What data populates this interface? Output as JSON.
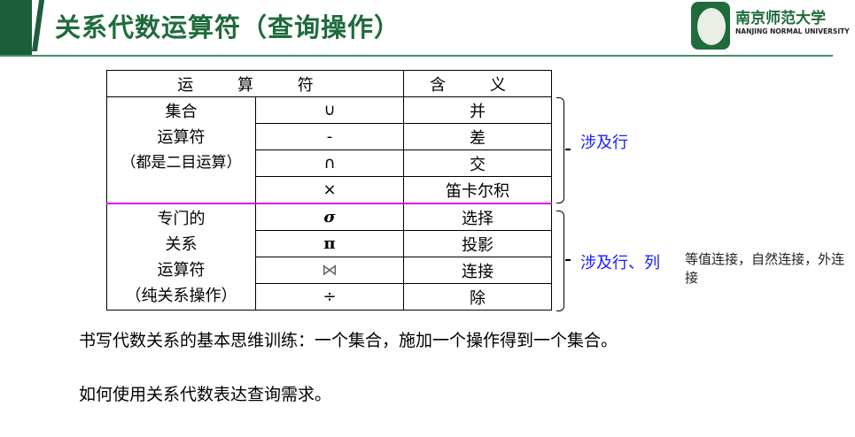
{
  "header": {
    "title": "关系代数运算符（查询操作）",
    "logo_cn": "南京师范大学",
    "logo_en": "NANJING NORMAL UNIVERSITY",
    "accent": "#1f6b3c"
  },
  "table": {
    "headers": [
      "运 算 符",
      "含 义"
    ],
    "group1": {
      "label_lines": [
        "集合",
        "运算符",
        "（都是二目运算）"
      ],
      "rows": [
        [
          "∪",
          "并"
        ],
        [
          "-",
          "差"
        ],
        [
          "∩",
          "交"
        ],
        [
          "×",
          "笛卡尔积"
        ]
      ]
    },
    "group2": {
      "label_lines": [
        "专门的",
        "关系",
        "运算符",
        "（纯关系操作）"
      ],
      "rows": [
        [
          "σ",
          "选择"
        ],
        [
          "π",
          "投影"
        ],
        [
          "⋈",
          "连接"
        ],
        [
          "÷",
          "除"
        ]
      ]
    },
    "separator_color": "#e000e0"
  },
  "annotations": {
    "group1": "涉及行",
    "group2": "涉及行、列",
    "join_note": "等值连接，自然连接，外连接",
    "color": "#1a1aff"
  },
  "body": [
    "书写代数关系的基本思维训练：一个集合，施加一个操作得到一个集合。",
    "如何使用关系代数表达查询需求。"
  ]
}
